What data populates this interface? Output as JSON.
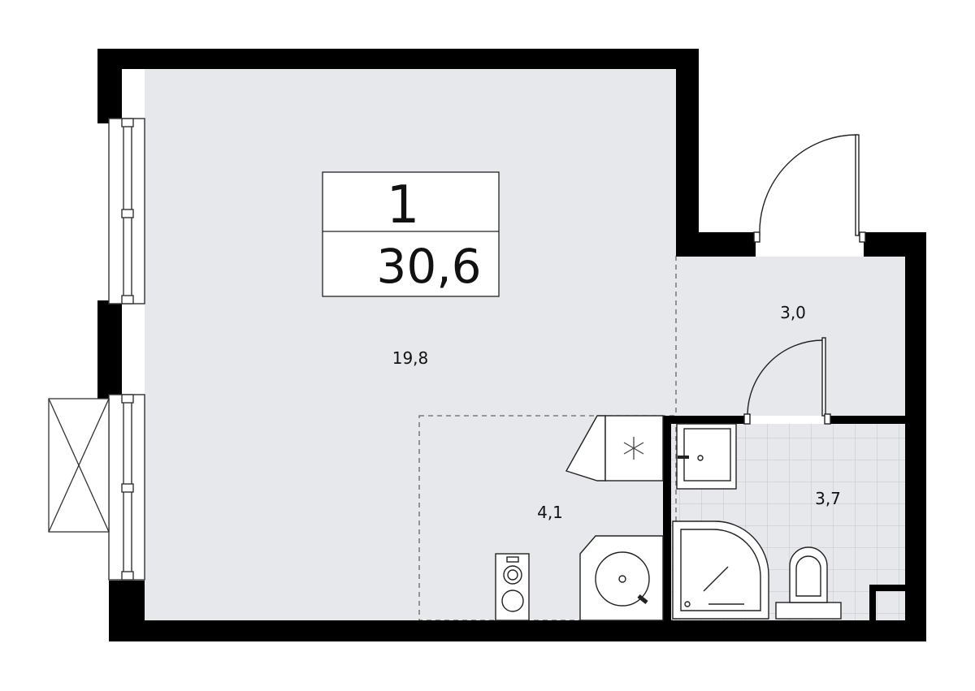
{
  "plan": {
    "rooms_count": "1",
    "total_area": "30,6"
  },
  "rooms": {
    "living_area": "19,8",
    "kitchen_area": "4,1",
    "hall_area": "3,0",
    "bathroom_area": "3,7"
  },
  "colors": {
    "wall": "#000000",
    "floor": "#e6e8eb",
    "tile_line": "#c9ccd1",
    "fixture_stroke": "#222222",
    "background": "#ffffff"
  },
  "icons": [
    "door-swing-icon",
    "window-icon",
    "balcony-icon",
    "hood-icon",
    "stove-icon",
    "sink-icon",
    "shower-icon",
    "toilet-icon",
    "washbasin-icon"
  ]
}
